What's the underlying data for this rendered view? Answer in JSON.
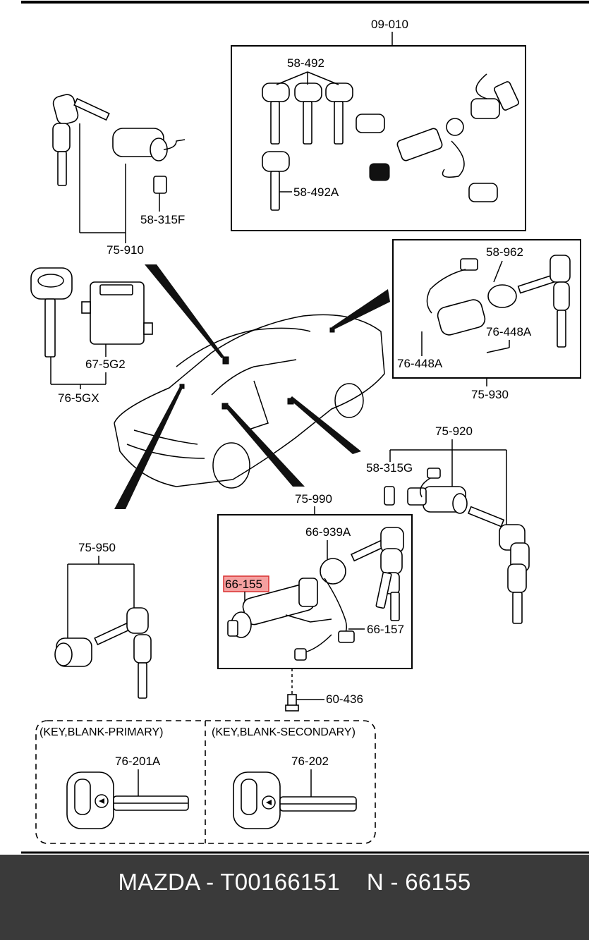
{
  "labels": {
    "assembly_09_010": "09-010",
    "key_58_492": "58-492",
    "key_58_492a": "58-492A",
    "part_58_315f": "58-315F",
    "part_75_910": "75-910",
    "part_67_5g2": "67-5G2",
    "part_76_5gx": "76-5GX",
    "part_58_962": "58-962",
    "part_76_448a_right": "76-448A",
    "part_76_448a_left": "76-448A",
    "part_75_930": "75-930",
    "part_75_920": "75-920",
    "part_58_315g": "58-315G",
    "part_75_990": "75-990",
    "part_66_939a": "66-939A",
    "part_66_155": "66-155",
    "part_66_157": "66-157",
    "part_75_950": "75-950",
    "part_60_436": "60-436",
    "blank_primary_title": "(KEY,BLANK-PRIMARY)",
    "blank_secondary_title": "(KEY,BLANK-SECONDARY)",
    "part_76_201a": "76-201A",
    "part_76_202": "76-202"
  },
  "highlight": {
    "part": "66-155",
    "color": "#f5a0a0"
  },
  "footer": {
    "text": "MAZDA - T00166151    N - 66155",
    "background": "#3a3a3a",
    "color": "#ffffff"
  }
}
